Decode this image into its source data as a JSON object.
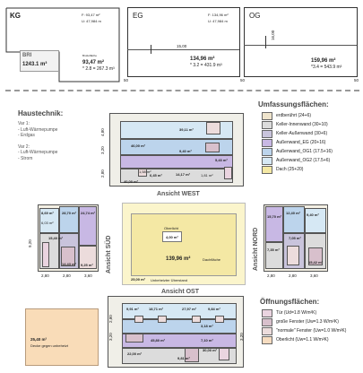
{
  "floors": {
    "kg": {
      "name": "KG",
      "f": "F:  93,47 m²",
      "u": "U: 47,984 m",
      "bri_label": "BRI",
      "bri_value": "1243.1 m³",
      "area_label": "Bruttofläche",
      "area": "93,47 m²",
      "formula": "* 2.8 = 267.3 m³"
    },
    "eg": {
      "name": "EG",
      "f": "F: 134,96 m²",
      "u": "U: 47,984 m",
      "dim": "15,00",
      "area": "134,96 m²",
      "formula": "* 3.2 = 431.9 m³"
    },
    "og": {
      "name": "OG",
      "dim": "16,00",
      "area": "159,96 m²",
      "formula": "*3.4 = 543.9 m³"
    },
    "side_dims": [
      "50",
      "50",
      "50"
    ]
  },
  "haustechnik": {
    "title": "Haustechnik:",
    "lines": [
      "Var 1:",
      "- Luft-Wärmepumpe",
      "- Erdgas",
      "",
      "Var 2:",
      "- Luft-Wärmepumpe",
      "- Strom"
    ]
  },
  "umfassung": {
    "title": "Umfassungsflächen:",
    "items": [
      {
        "label": "erdberührt (24+6)",
        "color": "#efe4cc"
      },
      {
        "label": "Keller-Innenwand (30+10)",
        "color": "#dcdcdc"
      },
      {
        "label": "Keller-Außenwand (30+6)",
        "color": "#c9c4dc"
      },
      {
        "label": "Außenwand_EG (20+16)",
        "color": "#c8b8e4"
      },
      {
        "label": "Außenwand_OG1 (17.5+16)",
        "color": "#bcd4ec"
      },
      {
        "label": "Außenwand_OG2 (17.5+6)",
        "color": "#d6e8f4"
      },
      {
        "label": "Dach (25+20)",
        "color": "#f4e8a4"
      }
    ]
  },
  "oeffnung": {
    "title": "Öffnungsflächen:",
    "items": [
      {
        "label": "Tür (Ud=1.8 W/m²K)",
        "color": "#ead4e0"
      },
      {
        "label": "große Fenster (Uw=1.3 W/m²K)",
        "color": "#d8c0cc"
      },
      {
        "label": "\"normale\" Fenster (Uw=1.0 W/m²K)",
        "color": "#ecdcdc"
      },
      {
        "label": "Oberlicht (Uw=1.1 W/m²K)",
        "color": "#f6dcc0"
      }
    ]
  },
  "west": {
    "title": "Ansicht WEST",
    "labels": [
      "39,11 m²",
      "46,00 m²",
      "9,40 m²",
      "14,17 m²",
      "1,81 m²",
      "5,43 m²",
      "6,45 m²",
      "40,00 m²",
      "1,58 m²"
    ],
    "dims": [
      "4,80",
      "3,20",
      "2,80"
    ]
  },
  "sued": {
    "title": "Ansicht SÜD",
    "labels": [
      "8,69 m²",
      "28,70 m²",
      "24,74 m²",
      "15,40 m²",
      "14,43 m²",
      "9,25 m²",
      "6,03 m²"
    ],
    "dims": [
      "2,80",
      "2,80",
      "3,60",
      "9,20"
    ]
  },
  "nord": {
    "title": "Ansicht NORD",
    "labels": [
      "15,70 m²",
      "12,40 m²",
      "9,40 m²",
      "7,05 m²",
      "15,42 m²",
      "7,35 m²"
    ],
    "dims": [
      "2,80",
      "2,80",
      "3,60"
    ]
  },
  "dach": {
    "labels": [
      "Oberlicht",
      "4,00 m²",
      "139,96 m²",
      "Dachfläche",
      "25,00 m²",
      "Unbeheizter Überstand"
    ]
  },
  "ost": {
    "title": "Ansicht OST",
    "labels": [
      "9,91 m²",
      "18,71 m²",
      "27,97 m²",
      "9,84 m²",
      "3,18 m²",
      "45,80 m²",
      "7,10 m²",
      "22,00 m²",
      "9,81 m²",
      "30,00 m²"
    ],
    "dims": [
      "2,80",
      "3,20",
      "3,20"
    ]
  },
  "sonder": {
    "area": "25,40 m²",
    "note": "Decke gegen unbeheizt"
  }
}
